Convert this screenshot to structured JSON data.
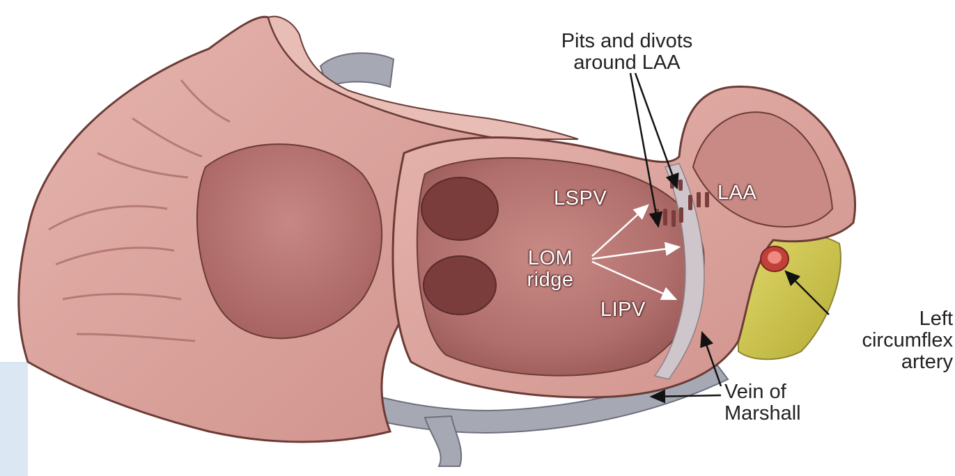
{
  "figure": {
    "labels": {
      "pits_divots": [
        "Pits and divots",
        "around LAA"
      ],
      "laa": "LAA",
      "lspv": "LSPV",
      "lom_ridge": [
        "LOM",
        "ridge"
      ],
      "lipv": "LIPV",
      "left_circumflex_artery": [
        "Left",
        "circumflex",
        "artery"
      ],
      "vein_of_marshall": [
        "Vein of",
        "Marshall"
      ]
    },
    "colors": {
      "tissue": "#d9a29c",
      "tissue_light": "#e8bdb6",
      "tissue_dark": "#b5736f",
      "chamber_inner": "#b36f6f",
      "vein": "#a6a9b4",
      "fat": "#d6cf5a",
      "artery": "#d9443c",
      "outline": "#6b3b36"
    }
  }
}
